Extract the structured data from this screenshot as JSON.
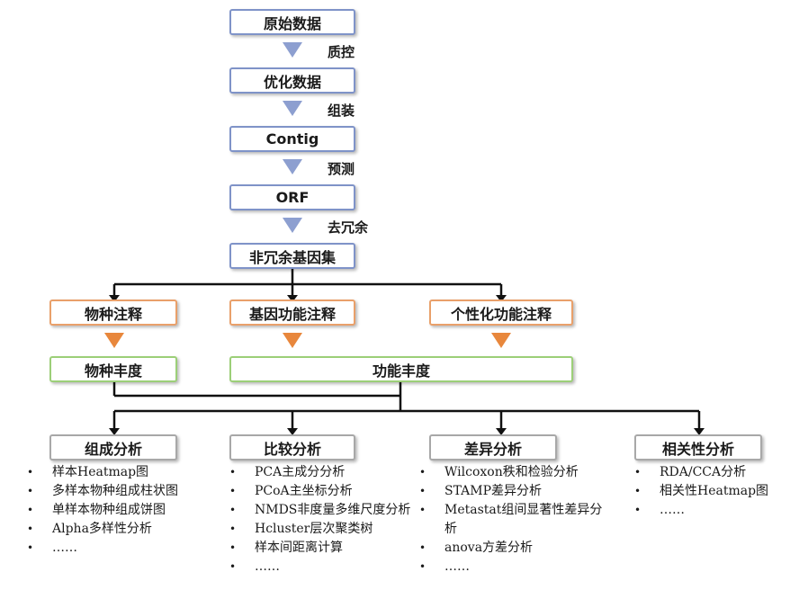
{
  "pipeline": {
    "raw_data": "原始数据",
    "qc": "质控",
    "optimized_data": "优化数据",
    "assembly": "组装",
    "contig": "Contig",
    "prediction": "预测",
    "orf": "ORF",
    "dedup": "去冗余",
    "nonredundant": "非冗余基因集"
  },
  "annotation": {
    "species": "物种注释",
    "gene_function": "基因功能注释",
    "personalized": "个性化功能注释"
  },
  "abundance": {
    "species": "物种丰度",
    "function": "功能丰度"
  },
  "analysis": [
    {
      "title": "组成分析",
      "items": [
        "样本Heatmap图",
        "多样本物种组成柱状图",
        "单样本物种组成饼图",
        "Alpha多样性分析",
        "……"
      ]
    },
    {
      "title": "比较分析",
      "items": [
        "PCA主成分分析",
        "PCoA主坐标分析",
        "NMDS非度量多维尺度分析",
        "Hcluster层次聚类树",
        "样本间距离计算",
        "……"
      ]
    },
    {
      "title": "差异分析",
      "items": [
        "Wilcoxon秩和检验分析",
        "STAMP差异分析",
        "Metastat组间显著性差异分析",
        "anova方差分析",
        "……"
      ]
    },
    {
      "title": "相关性分析",
      "items": [
        "RDA/CCA分析",
        "相关性Heatmap图",
        "……"
      ]
    }
  ],
  "colors": {
    "pipeline_border": "#7f93c8",
    "annotation_border": "#e9a06a",
    "abundance_border": "#9ccf78",
    "analysis_border": "#a8a8a8",
    "connector": "#111111"
  }
}
